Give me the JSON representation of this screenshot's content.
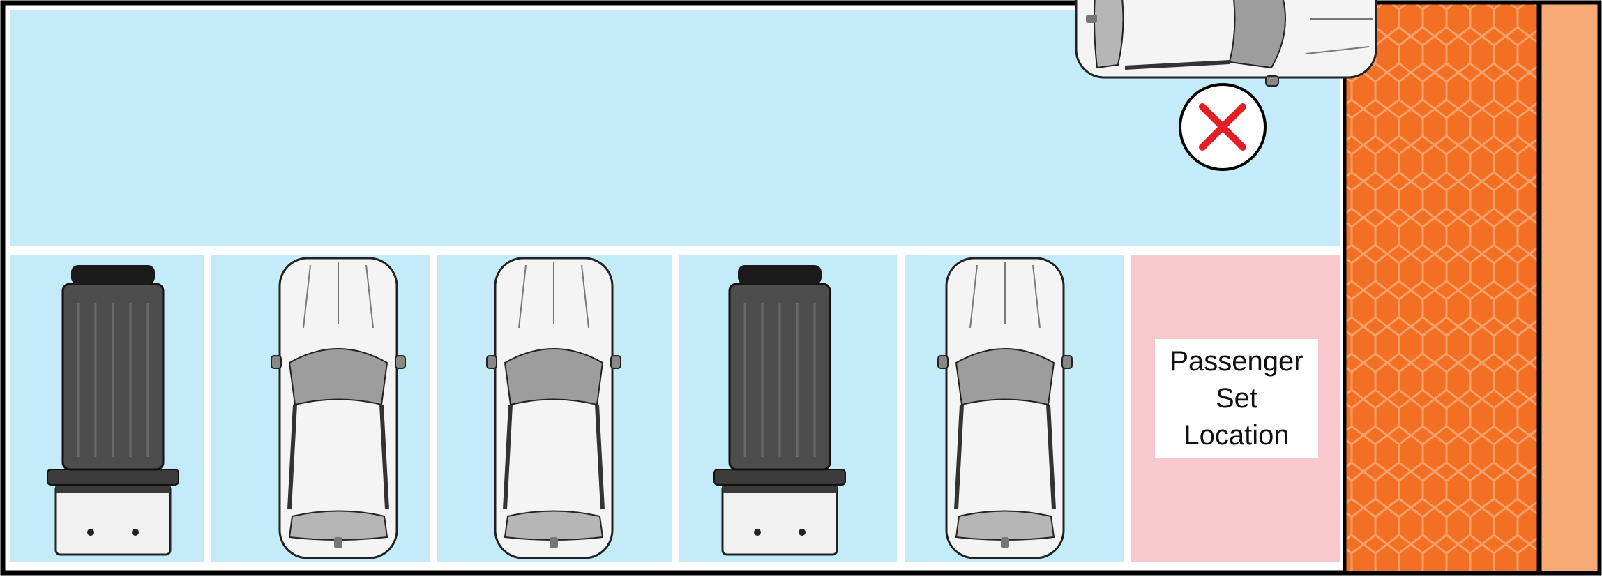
{
  "colors": {
    "lot_blue": "#c3ebf8",
    "set_location_pink": "#f9c8cd",
    "curb_orange": "#f26f23",
    "curb_pattern": "#f6a16b",
    "sidewalk": "#f8ab74",
    "outline": "#000000",
    "no_marker_red": "#e31e24",
    "light_car": "#f4f4f4",
    "dark_vehicle": "#4d4d4d"
  },
  "parked_vehicles": [
    {
      "type": "suv",
      "color": "dark"
    },
    {
      "type": "sedan",
      "color": "light"
    },
    {
      "type": "sedan",
      "color": "light"
    },
    {
      "type": "suv",
      "color": "dark"
    },
    {
      "type": "sedan",
      "color": "light"
    }
  ],
  "moving_vehicle": {
    "type": "crossover",
    "color": "light",
    "direction": "right"
  },
  "no_entry_marker": {
    "icon": "x-icon"
  },
  "set_location": {
    "lines": [
      "Passenger",
      "Set",
      "Location"
    ]
  }
}
